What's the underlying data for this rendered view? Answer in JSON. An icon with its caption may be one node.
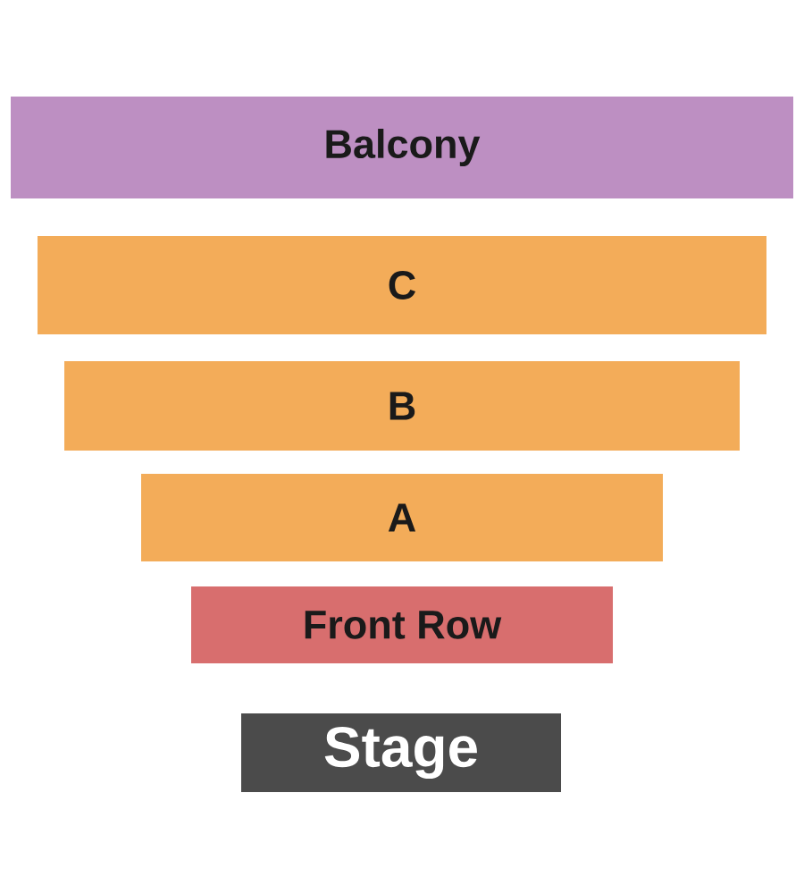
{
  "diagram": {
    "nodes": [
      {
        "text": [
          "Balcony"
        ]
      },
      {
        "text": [
          "C"
        ]
      },
      {
        "text": [
          "B"
        ]
      },
      {
        "text": [
          "A"
        ]
      },
      {
        "text": [
          "Front Row"
        ]
      },
      {
        "text": [
          "Stage"
        ]
      }
    ]
  }
}
